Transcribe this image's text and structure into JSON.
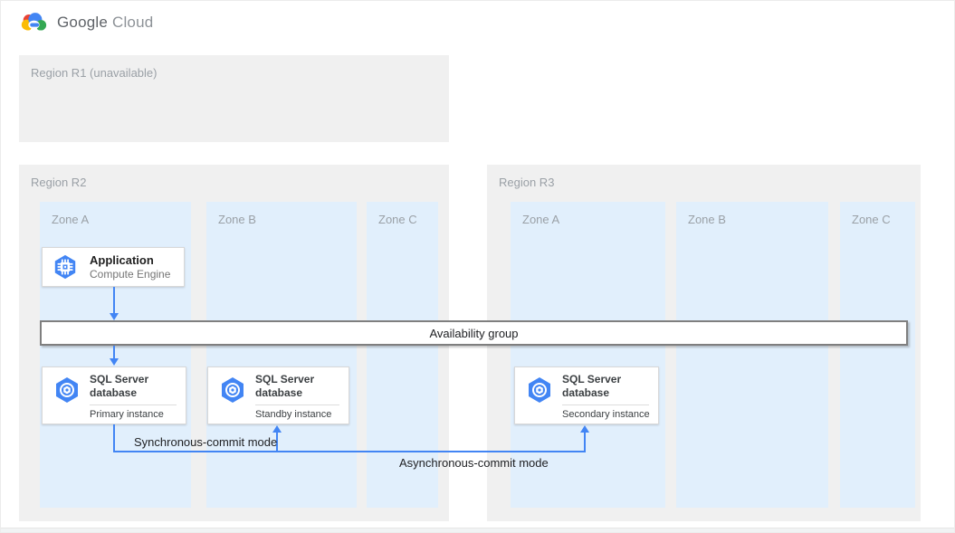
{
  "header": {
    "brand": "Google",
    "product": "Cloud"
  },
  "regions": {
    "r1": {
      "label": "Region R1 (unavailable)"
    },
    "r2": {
      "label": "Region R2",
      "zones": [
        "Zone A",
        "Zone B",
        "Zone C"
      ]
    },
    "r3": {
      "label": "Region R3",
      "zones": [
        "Zone A",
        "Zone B",
        "Zone C"
      ]
    }
  },
  "availability_group": {
    "label": "Availability group"
  },
  "nodes": {
    "application": {
      "title": "Application",
      "subtitle": "Compute Engine",
      "icon": "compute-engine-icon"
    },
    "primary_db": {
      "title": "SQL Server database",
      "instance": "Primary instance",
      "icon": "sql-server-icon"
    },
    "standby_db": {
      "title": "SQL Server database",
      "instance": "Standby instance",
      "icon": "sql-server-icon"
    },
    "secondary_db": {
      "title": "SQL Server database",
      "instance": "Secondary instance",
      "icon": "sql-server-icon"
    }
  },
  "connections": {
    "sync_label": "Synchronous-commit mode",
    "async_label": "Asynchronous-commit mode"
  },
  "colors": {
    "region_fill": "#f0f0f0",
    "zone_fill": "#e1effc",
    "arrow_blue": "#4285f4",
    "availability_border": "#7f7f7f",
    "google_blue": "#4285f4",
    "google_red": "#ea4335",
    "google_yellow": "#fbbc05",
    "google_green": "#34a853"
  }
}
